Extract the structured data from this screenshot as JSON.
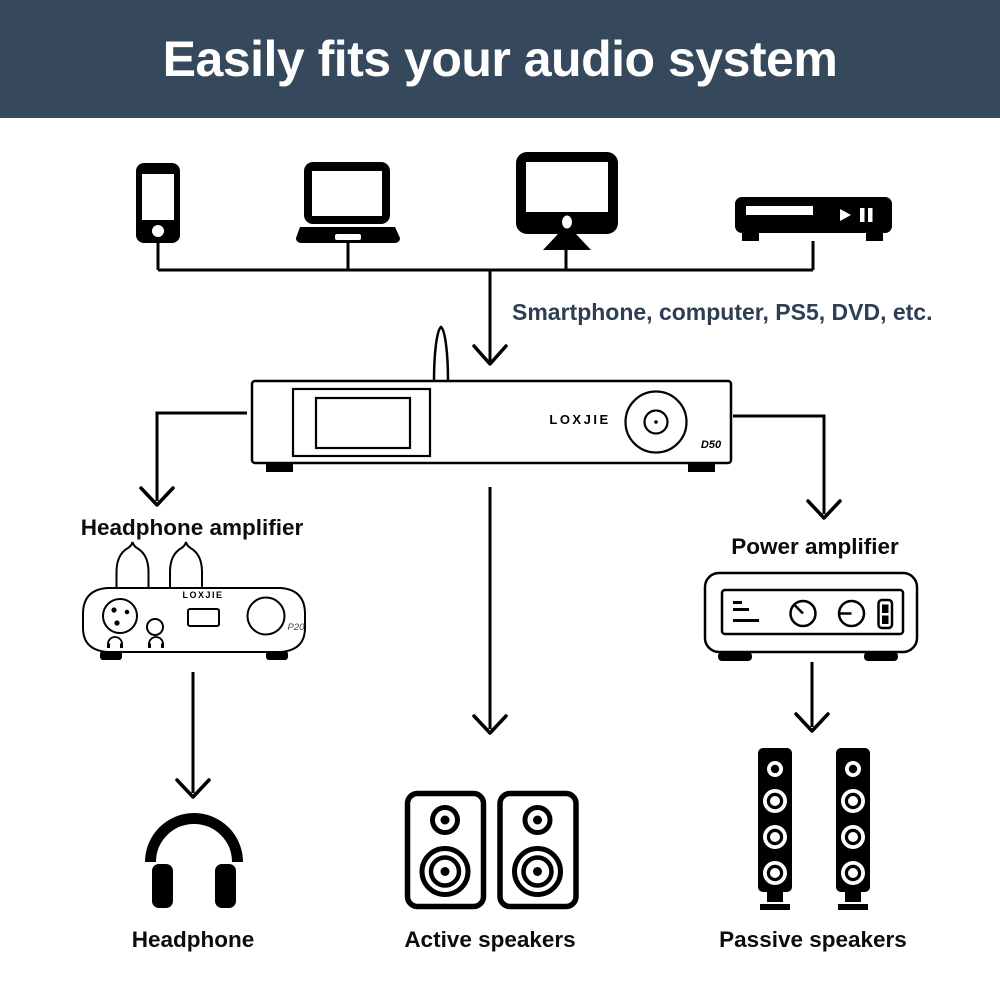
{
  "header": {
    "title": "Easily fits your audio system"
  },
  "sources": {
    "caption": "Smartphone, computer, PS5, DVD, etc.",
    "devices": [
      {
        "icon": "smartphone-icon",
        "meaning": "smartphone"
      },
      {
        "icon": "laptop-icon",
        "meaning": "laptop computer"
      },
      {
        "icon": "desktop-monitor-icon",
        "meaning": "desktop computer"
      },
      {
        "icon": "dvd-player-icon",
        "meaning": "DVD player"
      }
    ]
  },
  "dac": {
    "brand": "LOXJIE",
    "model": "D50"
  },
  "headphone_amp": {
    "label": "Headphone amplifier",
    "brand": "LOXJIE",
    "model": "P20"
  },
  "power_amp": {
    "label": "Power amplifier"
  },
  "outputs": {
    "headphone_label": "Headphone",
    "active_speakers_label": "Active speakers",
    "passive_speakers_label": "Passive speakers"
  },
  "colors": {
    "header_background": "#36495c",
    "header_text": "#ffffff",
    "caption_text": "#2e3f54",
    "ink": "#000000",
    "background": "#ffffff"
  }
}
